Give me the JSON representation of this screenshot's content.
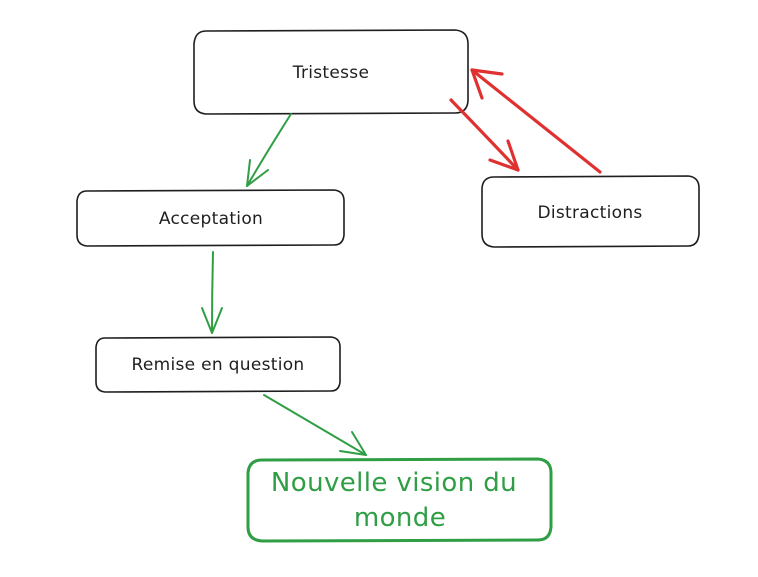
{
  "colors": {
    "ink": "#1e1e1e",
    "green": "#2f9e44",
    "red": "#e03131",
    "background": "#ffffff"
  },
  "nodes": {
    "tristesse": "Tristesse",
    "acceptation": "Acceptation",
    "distractions": "Distractions",
    "remise": "Remise en question",
    "nouvelle_line1": "Nouvelle vision du",
    "nouvelle_line2": "monde"
  }
}
